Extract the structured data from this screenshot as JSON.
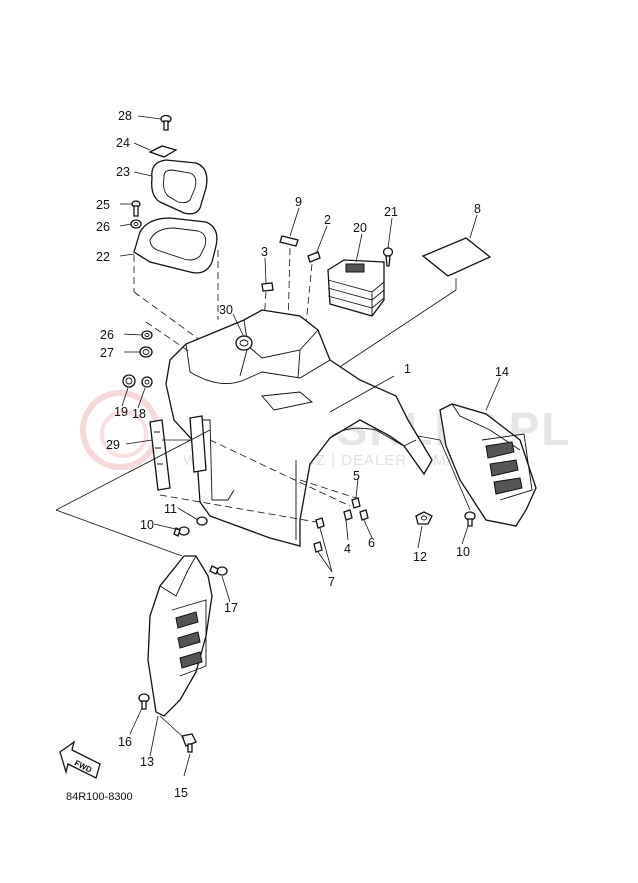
{
  "watermark": {
    "title": "YAMA-SKLEP.PL",
    "subtitle": "WOJCIECHOWICZ | DEALER YAMAHA"
  },
  "diagram_code": "84R100-8300",
  "fwd_label": "FWD",
  "callouts": {
    "c1": "1",
    "c2": "2",
    "c3": "3",
    "c4": "4",
    "c5": "5",
    "c6": "6",
    "c7": "7",
    "c8": "8",
    "c9": "9",
    "c10a": "10",
    "c10b": "10",
    "c11": "11",
    "c12": "12",
    "c13": "13",
    "c14": "14",
    "c15": "15",
    "c16": "16",
    "c17": "17",
    "c18": "18",
    "c19": "19",
    "c20": "20",
    "c21": "21",
    "c22": "22",
    "c23": "23",
    "c24": "24",
    "c25": "25",
    "c26a": "26",
    "c26b": "26",
    "c27": "27",
    "c28": "28",
    "c29": "29",
    "c30": "30"
  }
}
